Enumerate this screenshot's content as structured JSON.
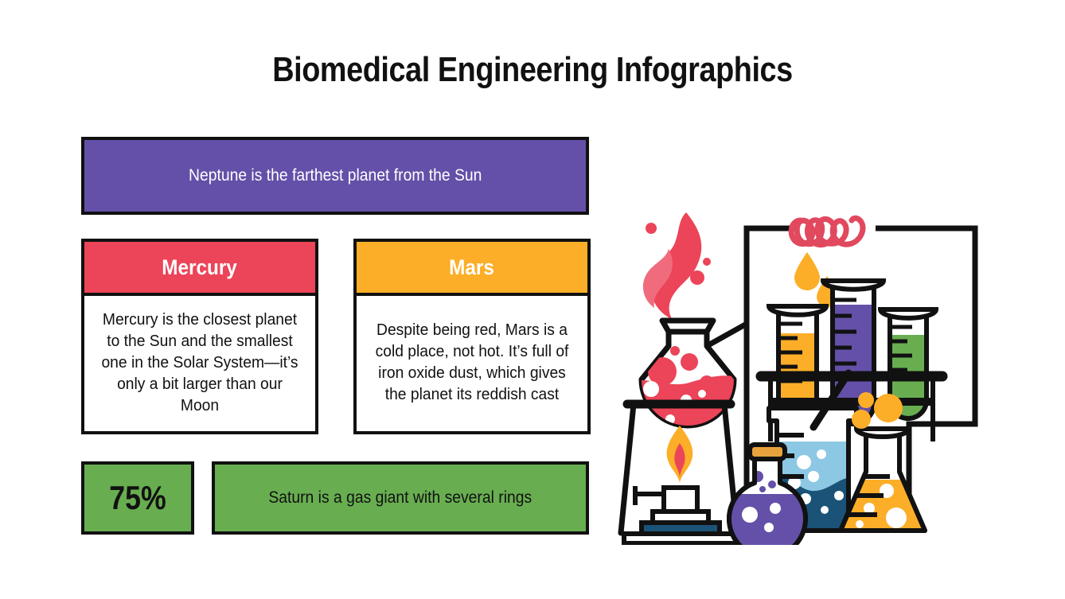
{
  "slide": {
    "background_color": "#ffffff",
    "title": "Biomedical Engineering Infographics"
  },
  "palette": {
    "purple": "#6450A8",
    "crimson": "#EC4459",
    "orange": "#FCAE28",
    "green": "#68AE51",
    "navy": "#1B5378",
    "sky": "#8CC8E4",
    "outline": "#111111",
    "white": "#ffffff",
    "cork": "#E8A33D"
  },
  "content": {
    "neptune_banner": {
      "text": "Neptune is the farthest planet from the Sun",
      "background_color": "#6450A8",
      "text_color": "#ffffff"
    },
    "cards": [
      {
        "title": "Mercury",
        "body": "Mercury is the closest planet to the Sun and the smallest one in the Solar System—it’s only a bit larger than our Moon",
        "header_color": "#EC4459",
        "title_color": "#ffffff",
        "body_color": "#111111"
      },
      {
        "title": "Mars",
        "body": "Despite being red, Mars is a cold place, not hot. It’s full of iron oxide dust, which gives the planet its reddish cast",
        "header_color": "#FCAE28",
        "title_color": "#ffffff",
        "body_color": "#111111"
      }
    ],
    "stat": {
      "value": "75%",
      "background_color": "#68AE51",
      "text_color": "#111111"
    },
    "saturn_banner": {
      "text": "Saturn is a gas giant with several rings",
      "background_color": "#68AE51",
      "text_color": "#111111"
    }
  },
  "illustration": {
    "name": "chemistry-lab-glassware-illustration",
    "elements": [
      "round-bottom-flask-with-pink-liquid",
      "pink-flame",
      "tripod-stand",
      "bunsen-burner-with-flame",
      "coil-condenser-spiral",
      "orange-droplets",
      "test-tube-rack",
      "test-tube-orange",
      "test-tube-purple",
      "test-tube-green",
      "beaker-with-blue-liquid",
      "stirring-rod",
      "erlenmeyer-flask-orange",
      "corked-flask-purple",
      "black-frame-lines"
    ]
  }
}
